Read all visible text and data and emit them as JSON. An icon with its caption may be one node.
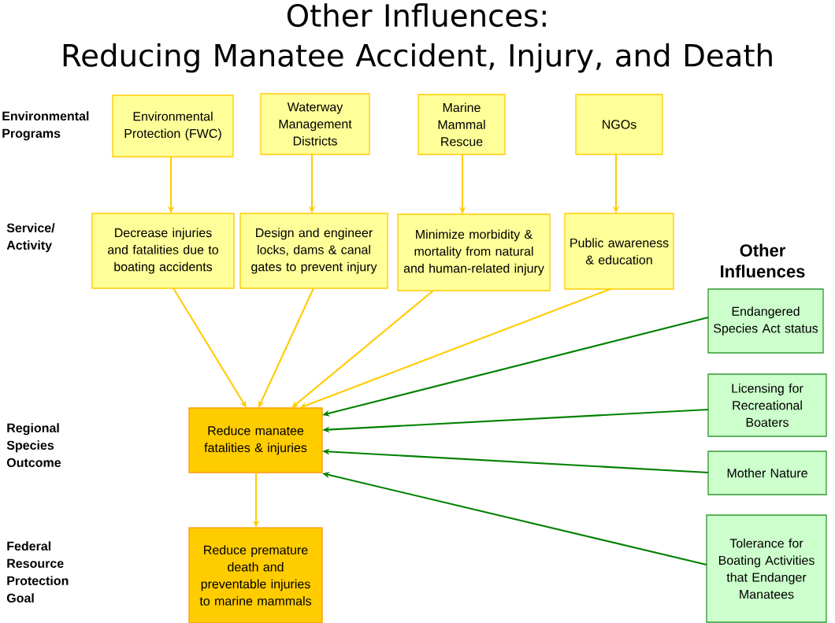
{
  "diagram": {
    "title": "Other Influences: Reducing Manatee Accident, Injury, and Death",
    "nodes": [
      {
        "text": [
          "Environmental Protection (FWC)"
        ]
      },
      {
        "text": [
          "Waterway Management Districts"
        ]
      },
      {
        "text": [
          "Marine Mammal Rescue"
        ]
      },
      {
        "text": [
          "NGOs"
        ]
      },
      {
        "text": [
          "Decrease injuries and fatalities due to boating accidents"
        ]
      },
      {
        "text": [
          "Design and engineer locks, dams & canal gates to prevent injury"
        ]
      },
      {
        "text": [
          "Minimize morbidity & mortality from natural and human-related injury"
        ]
      },
      {
        "text": [
          "Public awareness & education"
        ]
      },
      {
        "text": [
          "Reduce manatee fatalities & injuries"
        ]
      },
      {
        "text": [
          "Reduce premature death and preventable injuries to marine mammals"
        ]
      },
      {
        "text": [
          "Endangered Species Act status"
        ]
      },
      {
        "text": [
          "Licensing for Recreational Boaters"
        ]
      },
      {
        "text": [
          "Mother Nature"
        ]
      },
      {
        "text": [
          "Tolerance for Boating Activities that Endanger Manatees"
        ]
      }
    ],
    "edges": [
      {
        "from": 0,
        "to": 4,
        "arrow": "to"
      },
      {
        "from": 1,
        "to": 5,
        "arrow": "to"
      },
      {
        "from": 2,
        "to": 6,
        "arrow": "to"
      },
      {
        "from": 3,
        "to": 7,
        "arrow": "to"
      },
      {
        "from": 4,
        "to": 8,
        "arrow": "to"
      },
      {
        "from": 5,
        "to": 8,
        "arrow": "to"
      },
      {
        "from": 6,
        "to": 8,
        "arrow": "to"
      },
      {
        "from": 7,
        "to": 8,
        "arrow": "to"
      },
      {
        "from": 8,
        "to": 9,
        "arrow": "to"
      },
      {
        "from": 10,
        "to": 8,
        "arrow": "to",
        "color": "#008000"
      },
      {
        "from": 11,
        "to": 8,
        "arrow": "to",
        "color": "#008000"
      },
      {
        "from": 12,
        "to": 8,
        "arrow": "to",
        "color": "#008000"
      },
      {
        "from": 13,
        "to": 8,
        "arrow": "to",
        "color": "#008000"
      }
    ],
    "labels": [
      "Environmental Programs",
      "Service/ Activity",
      "Other Influences",
      "Regional Species Outcome",
      "Federal Resource Protection Goal"
    ]
  }
}
